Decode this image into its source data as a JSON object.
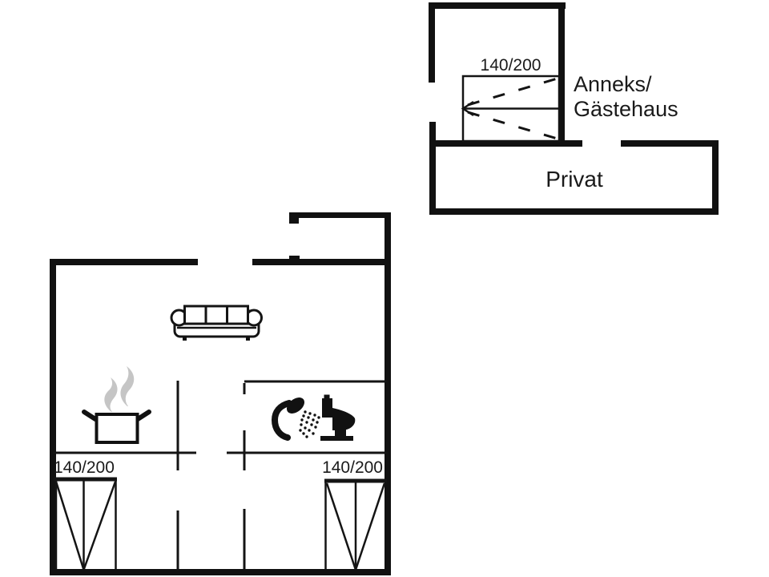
{
  "plan": {
    "colors": {
      "background": "#ffffff",
      "walls": "#111111",
      "steam": "#c5c5c5"
    },
    "annex": {
      "name_line1": "Anneks/",
      "name_line2": "Gästehaus",
      "bed_size": "140/200"
    },
    "privat": {
      "label": "Privat"
    },
    "main_house": {
      "left_bedroom_bed_size": "140/200",
      "right_bedroom_bed_size": "140/200"
    },
    "icons": {
      "sofa": "sofa-icon",
      "cooking_pot": "cooking-pot-icon",
      "steam": "steam-icon",
      "shower": "shower-icon",
      "toilet": "toilet-icon",
      "double_bed": "double-bed-icon"
    }
  }
}
